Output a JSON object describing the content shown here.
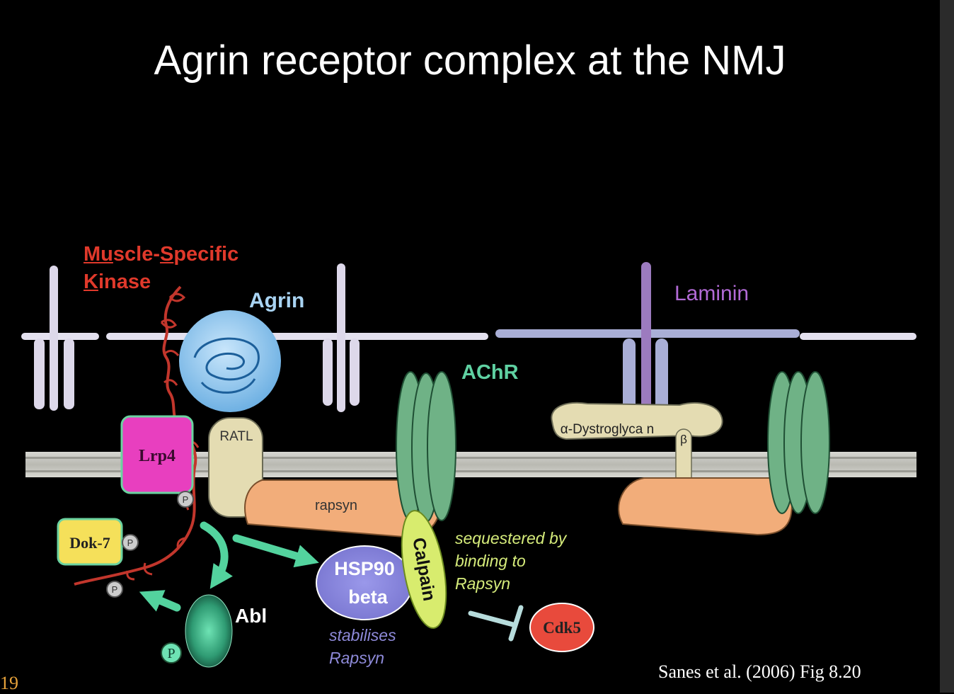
{
  "slide": {
    "title": "Agrin receptor complex at the NMJ",
    "number": "19",
    "citation": "Sanes et al. (2006) Fig 8.20"
  },
  "labels": {
    "musk_line1_u1": "Mu",
    "musk_line1_rest1": "scle-",
    "musk_line1_u2": "S",
    "musk_line1_rest2": "pecific",
    "musk_line2_u": "K",
    "musk_line2_rest": "inase",
    "agrin": "Agrin",
    "laminin": "Laminin",
    "achr": "AChR",
    "lrp4": "Lrp4",
    "ratl": "RATL",
    "dystroglycan_alpha": "α-Dystroglyca n",
    "dystroglycan_beta": "β",
    "rapsyn": "rapsyn",
    "dok7": "Dok-7",
    "phospho": "P",
    "hsp90_line1": "HSP90",
    "hsp90_line2": "beta",
    "calpain": "Calpain",
    "cdk5": "Cdk5",
    "abl": "Abl",
    "sequestered_line1": "sequestered by",
    "sequestered_line2": "binding to",
    "sequestered_line3": "Rapsyn",
    "stabilises_line1": "stabilises",
    "stabilises_line2": "Rapsyn"
  },
  "colors": {
    "musk": "#e0392b",
    "agrin": "#a9d4f3",
    "laminin": "#b26ad6",
    "achr": "#5fd1a2",
    "lrp4": "#e83fbf",
    "dok7": "#f5e05a",
    "rapsyn": "#f2ad7a",
    "ratl": "#e4dcb2",
    "hsp90": "#8886dc",
    "calpain": "#d8ec6e",
    "cdk5": "#e84a3c",
    "arrow": "#53d39e",
    "sequestered": "#d6ec7b",
    "stabilises": "#8e8ad9"
  }
}
